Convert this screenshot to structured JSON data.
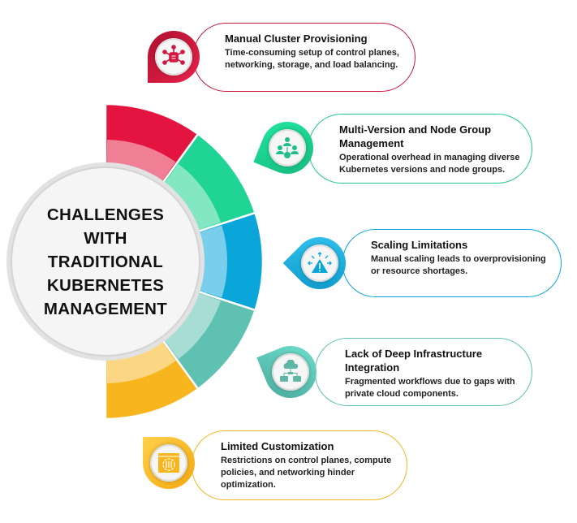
{
  "center_title": [
    "CHALLENGES",
    "WITH",
    "TRADITIONAL",
    "KUBERNETES",
    "MANAGEMENT"
  ],
  "colors": {
    "red": "#e3143f",
    "green": "#1fd494",
    "blue": "#0aa6da",
    "teal": "#5fc1b1",
    "yellow": "#f7b51e"
  },
  "cards": [
    {
      "title": "Manual Cluster Provisioning",
      "desc": "Time-consuming setup of control planes, networking, storage, and load balancing.",
      "icon": "network-hub-icon",
      "color": "#d01840"
    },
    {
      "title": "Multi-Version and Node Group Management",
      "desc": "Operational overhead in managing diverse Kubernetes versions and node groups.",
      "icon": "user-group-icon",
      "color": "#1fc98c"
    },
    {
      "title": "Scaling Limitations",
      "desc": "Manual scaling leads to overprovisioning or resource shortages.",
      "icon": "warning-scale-icon",
      "color": "#0aa6da"
    },
    {
      "title": "Lack of Deep Infrastructure Integration",
      "desc": "Fragmented workflows due to gaps with private cloud components.",
      "icon": "cloud-infrastructure-icon",
      "color": "#5fc1b1"
    },
    {
      "title": "Limited Customization",
      "desc": "Restrictions on control planes, compute policies, and networking hinder optimization.",
      "icon": "settings-window-icon",
      "color": "#f7b51e"
    }
  ]
}
